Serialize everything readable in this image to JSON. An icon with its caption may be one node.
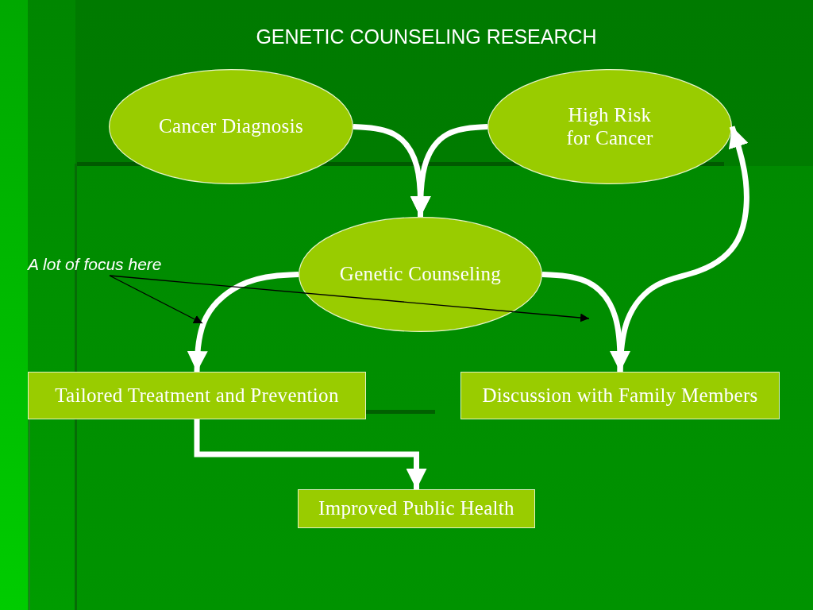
{
  "diagram": {
    "title": "GENETIC COUNSELING RESEARCH",
    "nodes": [
      {
        "text": [
          "Cancer Diagnosis"
        ]
      },
      {
        "text": [
          "High Risk for Cancer"
        ]
      },
      {
        "text": [
          "A lot of focus here"
        ]
      },
      {
        "text": [
          "Genetic Counseling"
        ]
      },
      {
        "text": [
          "Tailored Treatment and Prevention"
        ]
      },
      {
        "text": [
          "Discussion with Family Members"
        ]
      },
      {
        "text": [
          "Improved Public Health"
        ]
      }
    ],
    "edges": [
      {
        "from": 0,
        "to": 3,
        "arrow": "to"
      },
      {
        "from": 1,
        "to": 3,
        "arrow": "to"
      },
      {
        "from": 3,
        "to": 4,
        "arrow": "to"
      },
      {
        "from": 3,
        "to": 5,
        "arrow": "to"
      },
      {
        "from": 5,
        "to": 1,
        "arrow": "to"
      },
      {
        "from": 4,
        "to": 6,
        "arrow": "to"
      },
      {
        "from": 2,
        "to": null,
        "arrow": "to",
        "color": "#000000"
      },
      {
        "from": 2,
        "to": null,
        "arrow": "to",
        "color": "#000000"
      }
    ]
  }
}
